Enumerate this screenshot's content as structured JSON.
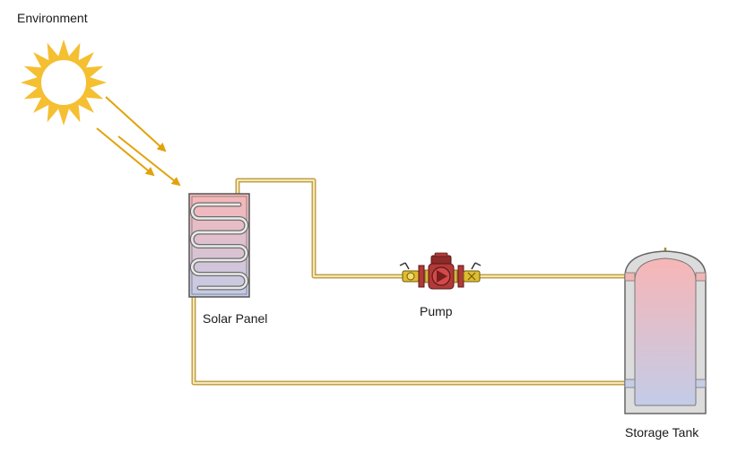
{
  "labels": {
    "environment": "Environment",
    "solar_panel": "Solar Panel",
    "pump": "Pump",
    "storage_tank": "Storage Tank"
  },
  "colors": {
    "sun": "#f5bf32",
    "sun_ray": "#e2a20a",
    "pipe": "#c2a24a",
    "pipe_inner": "#f5e7b8",
    "hot": "#f7b6b6",
    "cold": "#c3cce8",
    "pump_body": "#b23a3a",
    "valve": "#e0bd2e"
  },
  "icons": [
    "sun-icon",
    "solar-panel-icon",
    "pump-icon",
    "storage-tank-icon",
    "valve-icon"
  ]
}
